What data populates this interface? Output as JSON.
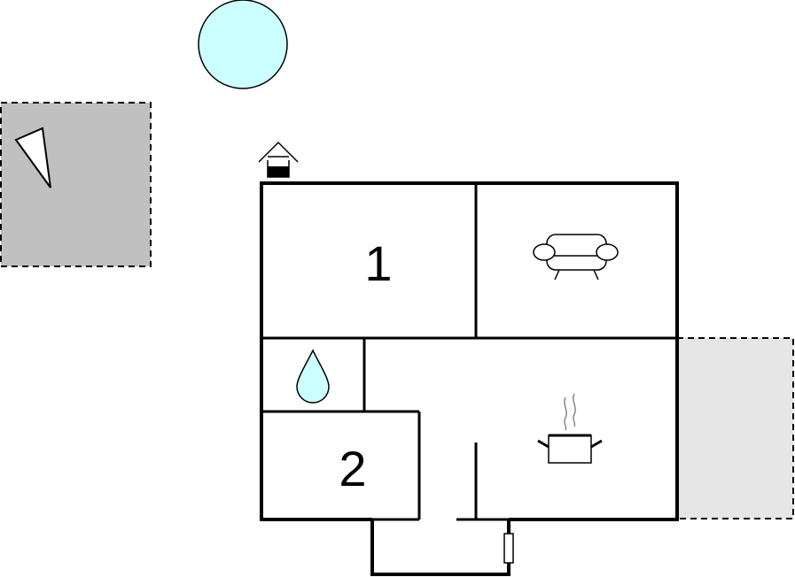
{
  "rooms": [
    {
      "id": "bedroom-1",
      "label": "1"
    },
    {
      "id": "bedroom-2",
      "label": "2"
    }
  ],
  "icons": {
    "sun": "sun-icon",
    "compass": "compass-icon",
    "house_entrance": "house-entrance-icon",
    "sofa": "sofa-icon",
    "water": "water-drop-icon",
    "cooking": "cooking-pot-icon",
    "door": "door-icon"
  },
  "colors": {
    "wall": "#000000",
    "sun_fill": "#ccffff",
    "water_fill": "#ccffff",
    "terrace_dark": "#c0c0c0",
    "terrace_light": "#e6e6e6"
  }
}
